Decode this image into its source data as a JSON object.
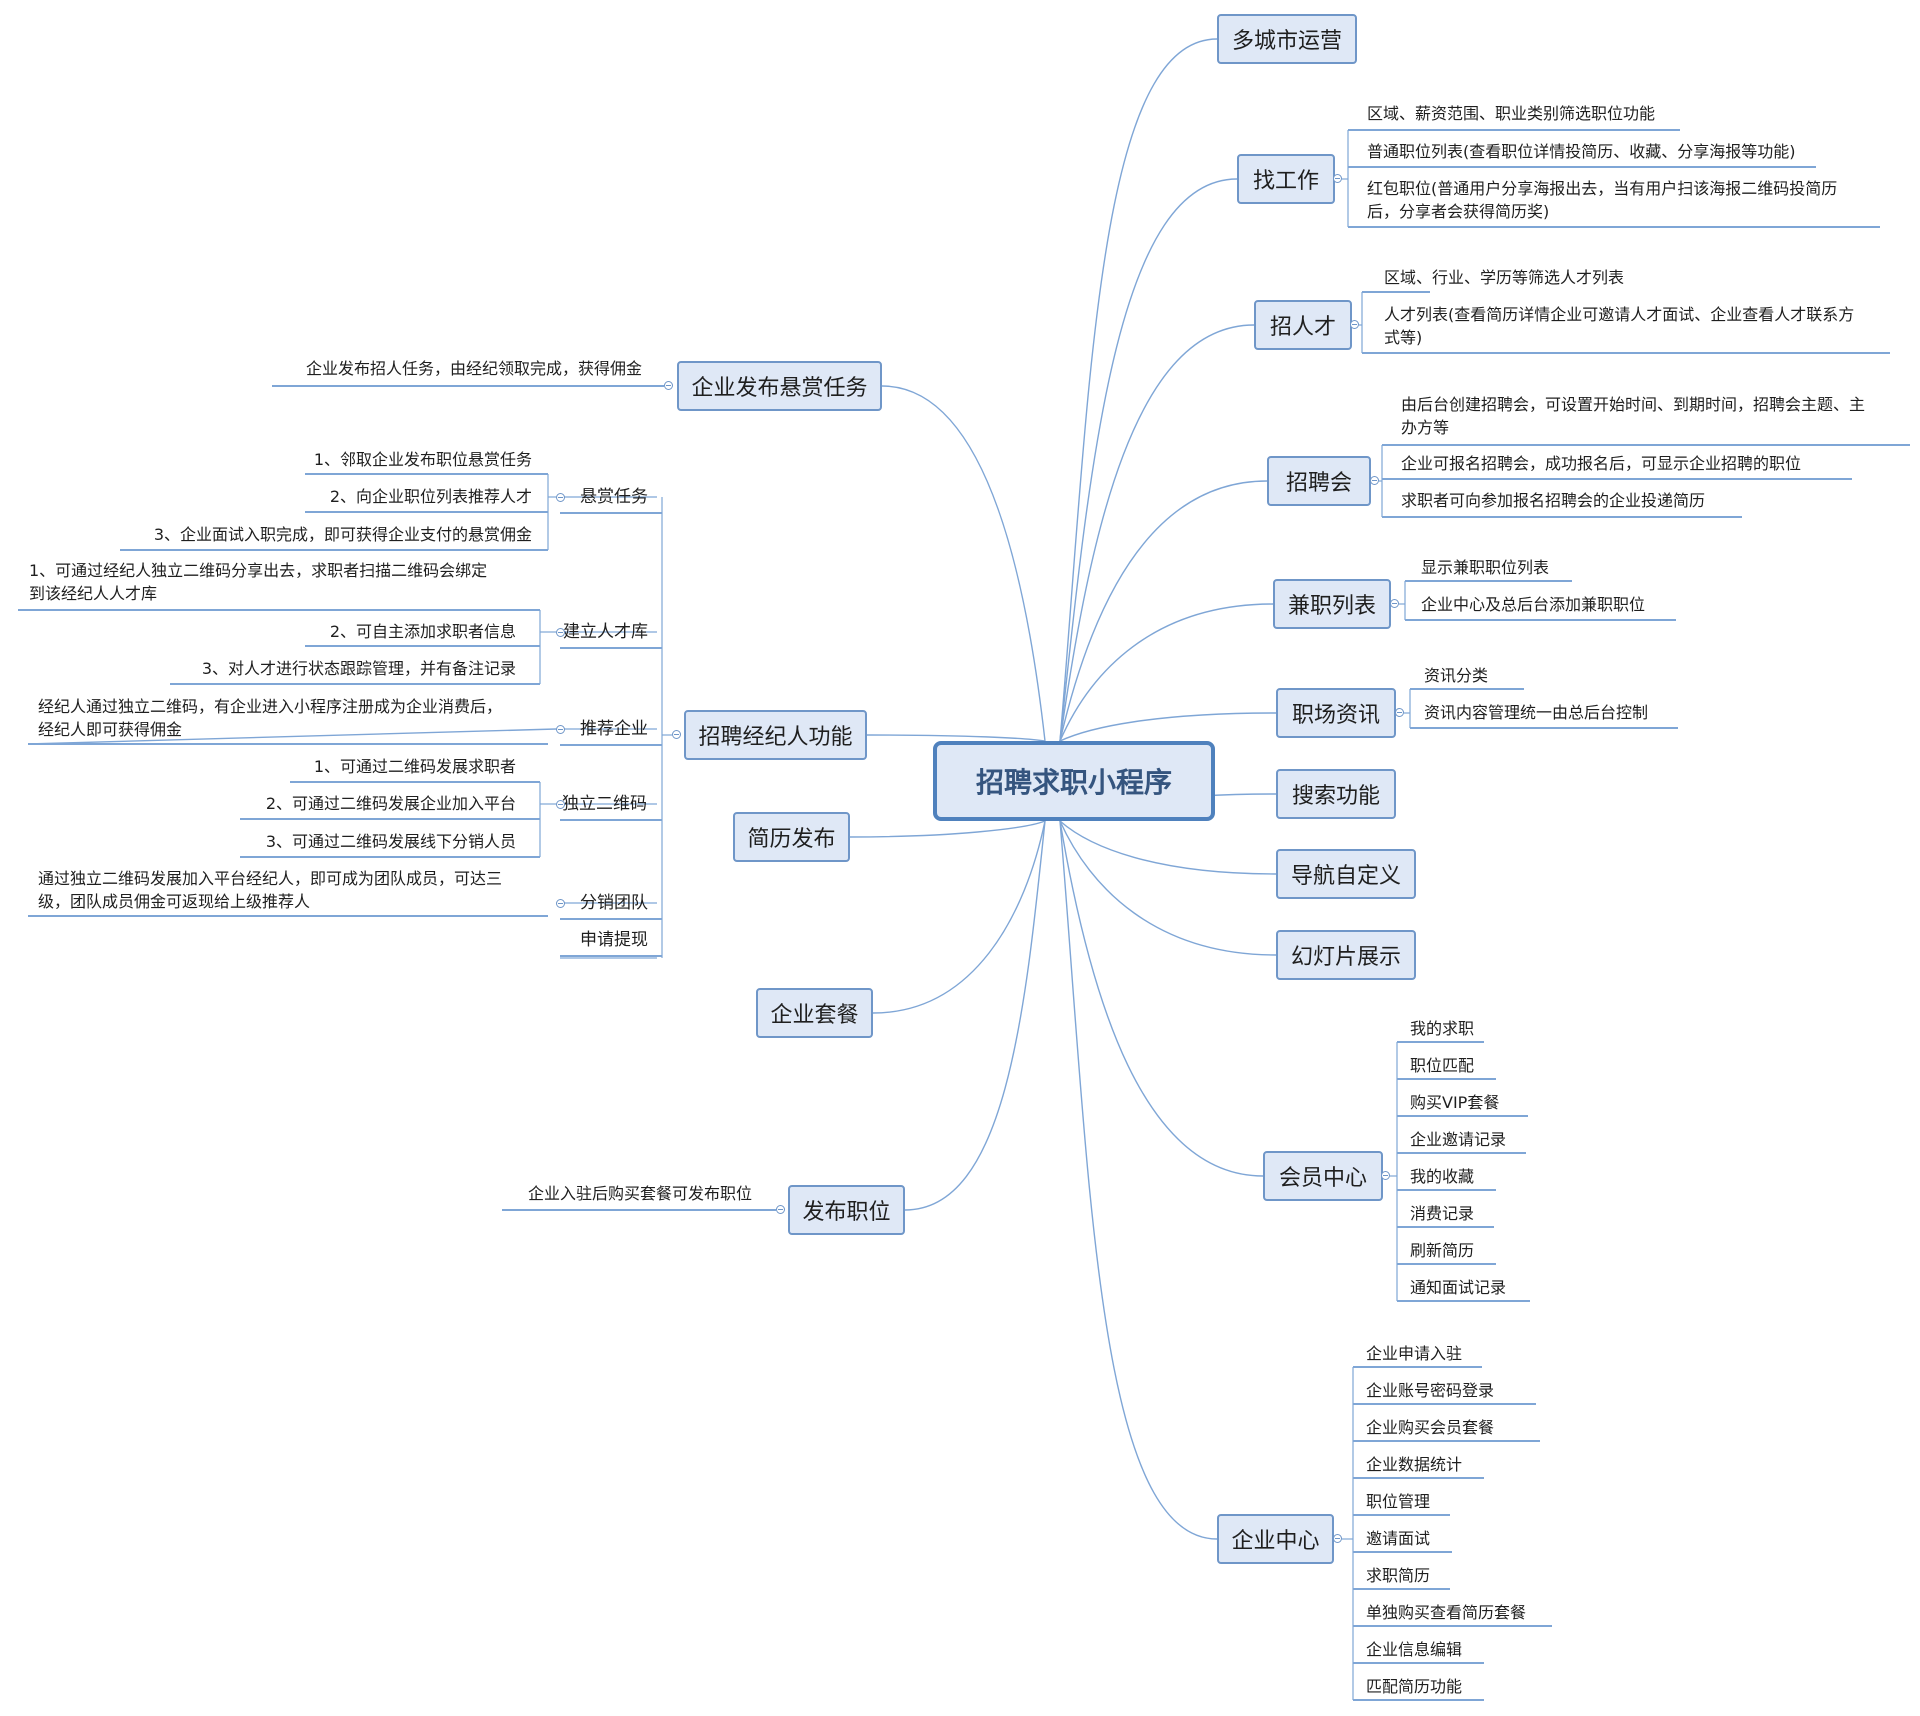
{
  "root": {
    "label": "招聘求职小程序"
  },
  "right": [
    {
      "label": "多城市运营"
    },
    {
      "label": "找工作",
      "children": [
        "区域、薪资范围、职业类别筛选职位功能",
        "普通职位列表(查看职位详情投简历、收藏、分享海报等功能)",
        "红包职位(普通用户分享海报出去，当有用户扫该海报二维码投简历\n后，分享者会获得简历奖)"
      ]
    },
    {
      "label": "招人才",
      "children": [
        "区域、行业、学历等筛选人才列表",
        "人才列表(查看简历详情企业可邀请人才面试、企业查看人才联系方\n式等)"
      ]
    },
    {
      "label": "招聘会",
      "children": [
        "由后台创建招聘会，可设置开始时间、到期时间，招聘会主题、主\n办方等",
        "企业可报名招聘会，成功报名后，可显示企业招聘的职位",
        "求职者可向参加报名招聘会的企业投递简历"
      ]
    },
    {
      "label": "兼职列表",
      "children": [
        "显示兼职职位列表",
        "企业中心及总后台添加兼职职位"
      ]
    },
    {
      "label": "职场资讯",
      "children": [
        "资讯分类",
        "资讯内容管理统一由总后台控制"
      ]
    },
    {
      "label": "搜索功能"
    },
    {
      "label": "导航自定义"
    },
    {
      "label": "幻灯片展示"
    },
    {
      "label": "会员中心",
      "children": [
        "我的求职",
        "职位匹配",
        "购买VIP套餐",
        "企业邀请记录",
        "我的收藏",
        "消费记录",
        "刷新简历",
        "通知面试记录"
      ]
    },
    {
      "label": "企业中心",
      "children": [
        "企业申请入驻",
        "企业账号密码登录",
        "企业购买会员套餐",
        "企业数据统计",
        "职位管理",
        "邀请面试",
        "求职简历",
        "单独购买查看简历套餐",
        "企业信息编辑",
        "匹配简历功能"
      ]
    }
  ],
  "left": [
    {
      "label": "企业发布悬赏任务",
      "children": [
        "企业发布招人任务，由经纪领取完成，获得佣金"
      ]
    },
    {
      "label": "招聘经纪人功能",
      "subs": [
        {
          "label": "悬赏任务",
          "children": [
            "1、邻取企业发布职位悬赏任务",
            "2、向企业职位列表推荐人才",
            "3、企业面试入职完成，即可获得企业支付的悬赏佣金"
          ]
        },
        {
          "label": "建立人才库",
          "children": [
            "1、可通过经纪人独立二维码分享出去，求职者扫描二维码会绑定\n到该经纪人人才库",
            "2、可自主添加求职者信息",
            "3、对人才进行状态跟踪管理，并有备注记录"
          ]
        },
        {
          "label": "推荐企业",
          "children": [
            "经纪人通过独立二维码，有企业进入小程序注册成为企业消费后，\n经纪人即可获得佣金"
          ]
        },
        {
          "label": "独立二维码",
          "children": [
            "1、可通过二维码发展求职者",
            "2、可通过二维码发展企业加入平台",
            "3、可通过二维码发展线下分销人员"
          ]
        },
        {
          "label": "分销团队",
          "children": [
            "通过独立二维码发展加入平台经纪人，即可成为团队成员，可达三\n级，团队成员佣金可返现给上级推荐人"
          ]
        },
        {
          "label": "申请提现"
        }
      ]
    },
    {
      "label": "简历发布"
    },
    {
      "label": "企业套餐"
    },
    {
      "label": "发布职位",
      "children": [
        "企业入驻后购买套餐可发布职位"
      ]
    }
  ]
}
